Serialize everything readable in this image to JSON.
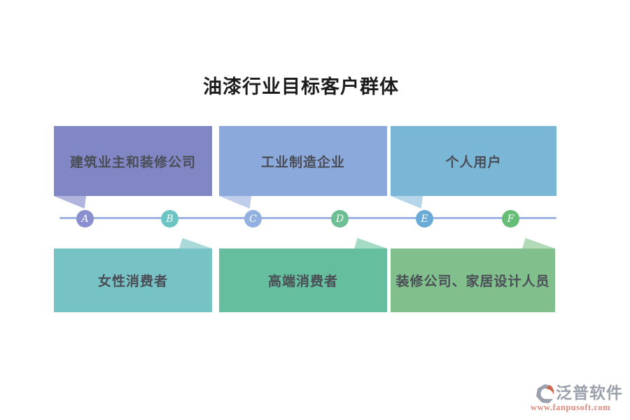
{
  "title": "油漆行业目标客户群体",
  "timeline": {
    "line_color": "#9db4e3",
    "markers": [
      {
        "label": "A",
        "color": "#8a8fd0"
      },
      {
        "label": "B",
        "color": "#6cc5c2"
      },
      {
        "label": "C",
        "color": "#92b0e0"
      },
      {
        "label": "D",
        "color": "#6cbf92"
      },
      {
        "label": "E",
        "color": "#6aaad6"
      },
      {
        "label": "F",
        "color": "#66bd76"
      }
    ]
  },
  "top_boxes": [
    {
      "label": "建筑业主和装修公司",
      "color": "#8187c5",
      "tail_color": "#b1b5de"
    },
    {
      "label": "工业制造企业",
      "color": "#8ca9dc",
      "tail_color": "#c0cdeb"
    },
    {
      "label": "个人用户",
      "color": "#7ab6d5",
      "tail_color": "#b6d7e9"
    }
  ],
  "bottom_boxes": [
    {
      "label": "女性消费者",
      "color": "#77c2c4",
      "tail_color": "#abd9da"
    },
    {
      "label": "高端消费者",
      "color": "#65be9d",
      "tail_color": "#a4dbc5"
    },
    {
      "label": "装修公司、家居设计人员",
      "color": "#81c08d",
      "tail_color": "#b3dab6"
    }
  ],
  "footer": {
    "brand": "泛普软件",
    "url": "www.fanpusoft.com",
    "brand_color": "#9ba1ac",
    "url_color": "#e0887a",
    "icon_gray": "#9aa0ac",
    "icon_orange": "#c8654a"
  }
}
